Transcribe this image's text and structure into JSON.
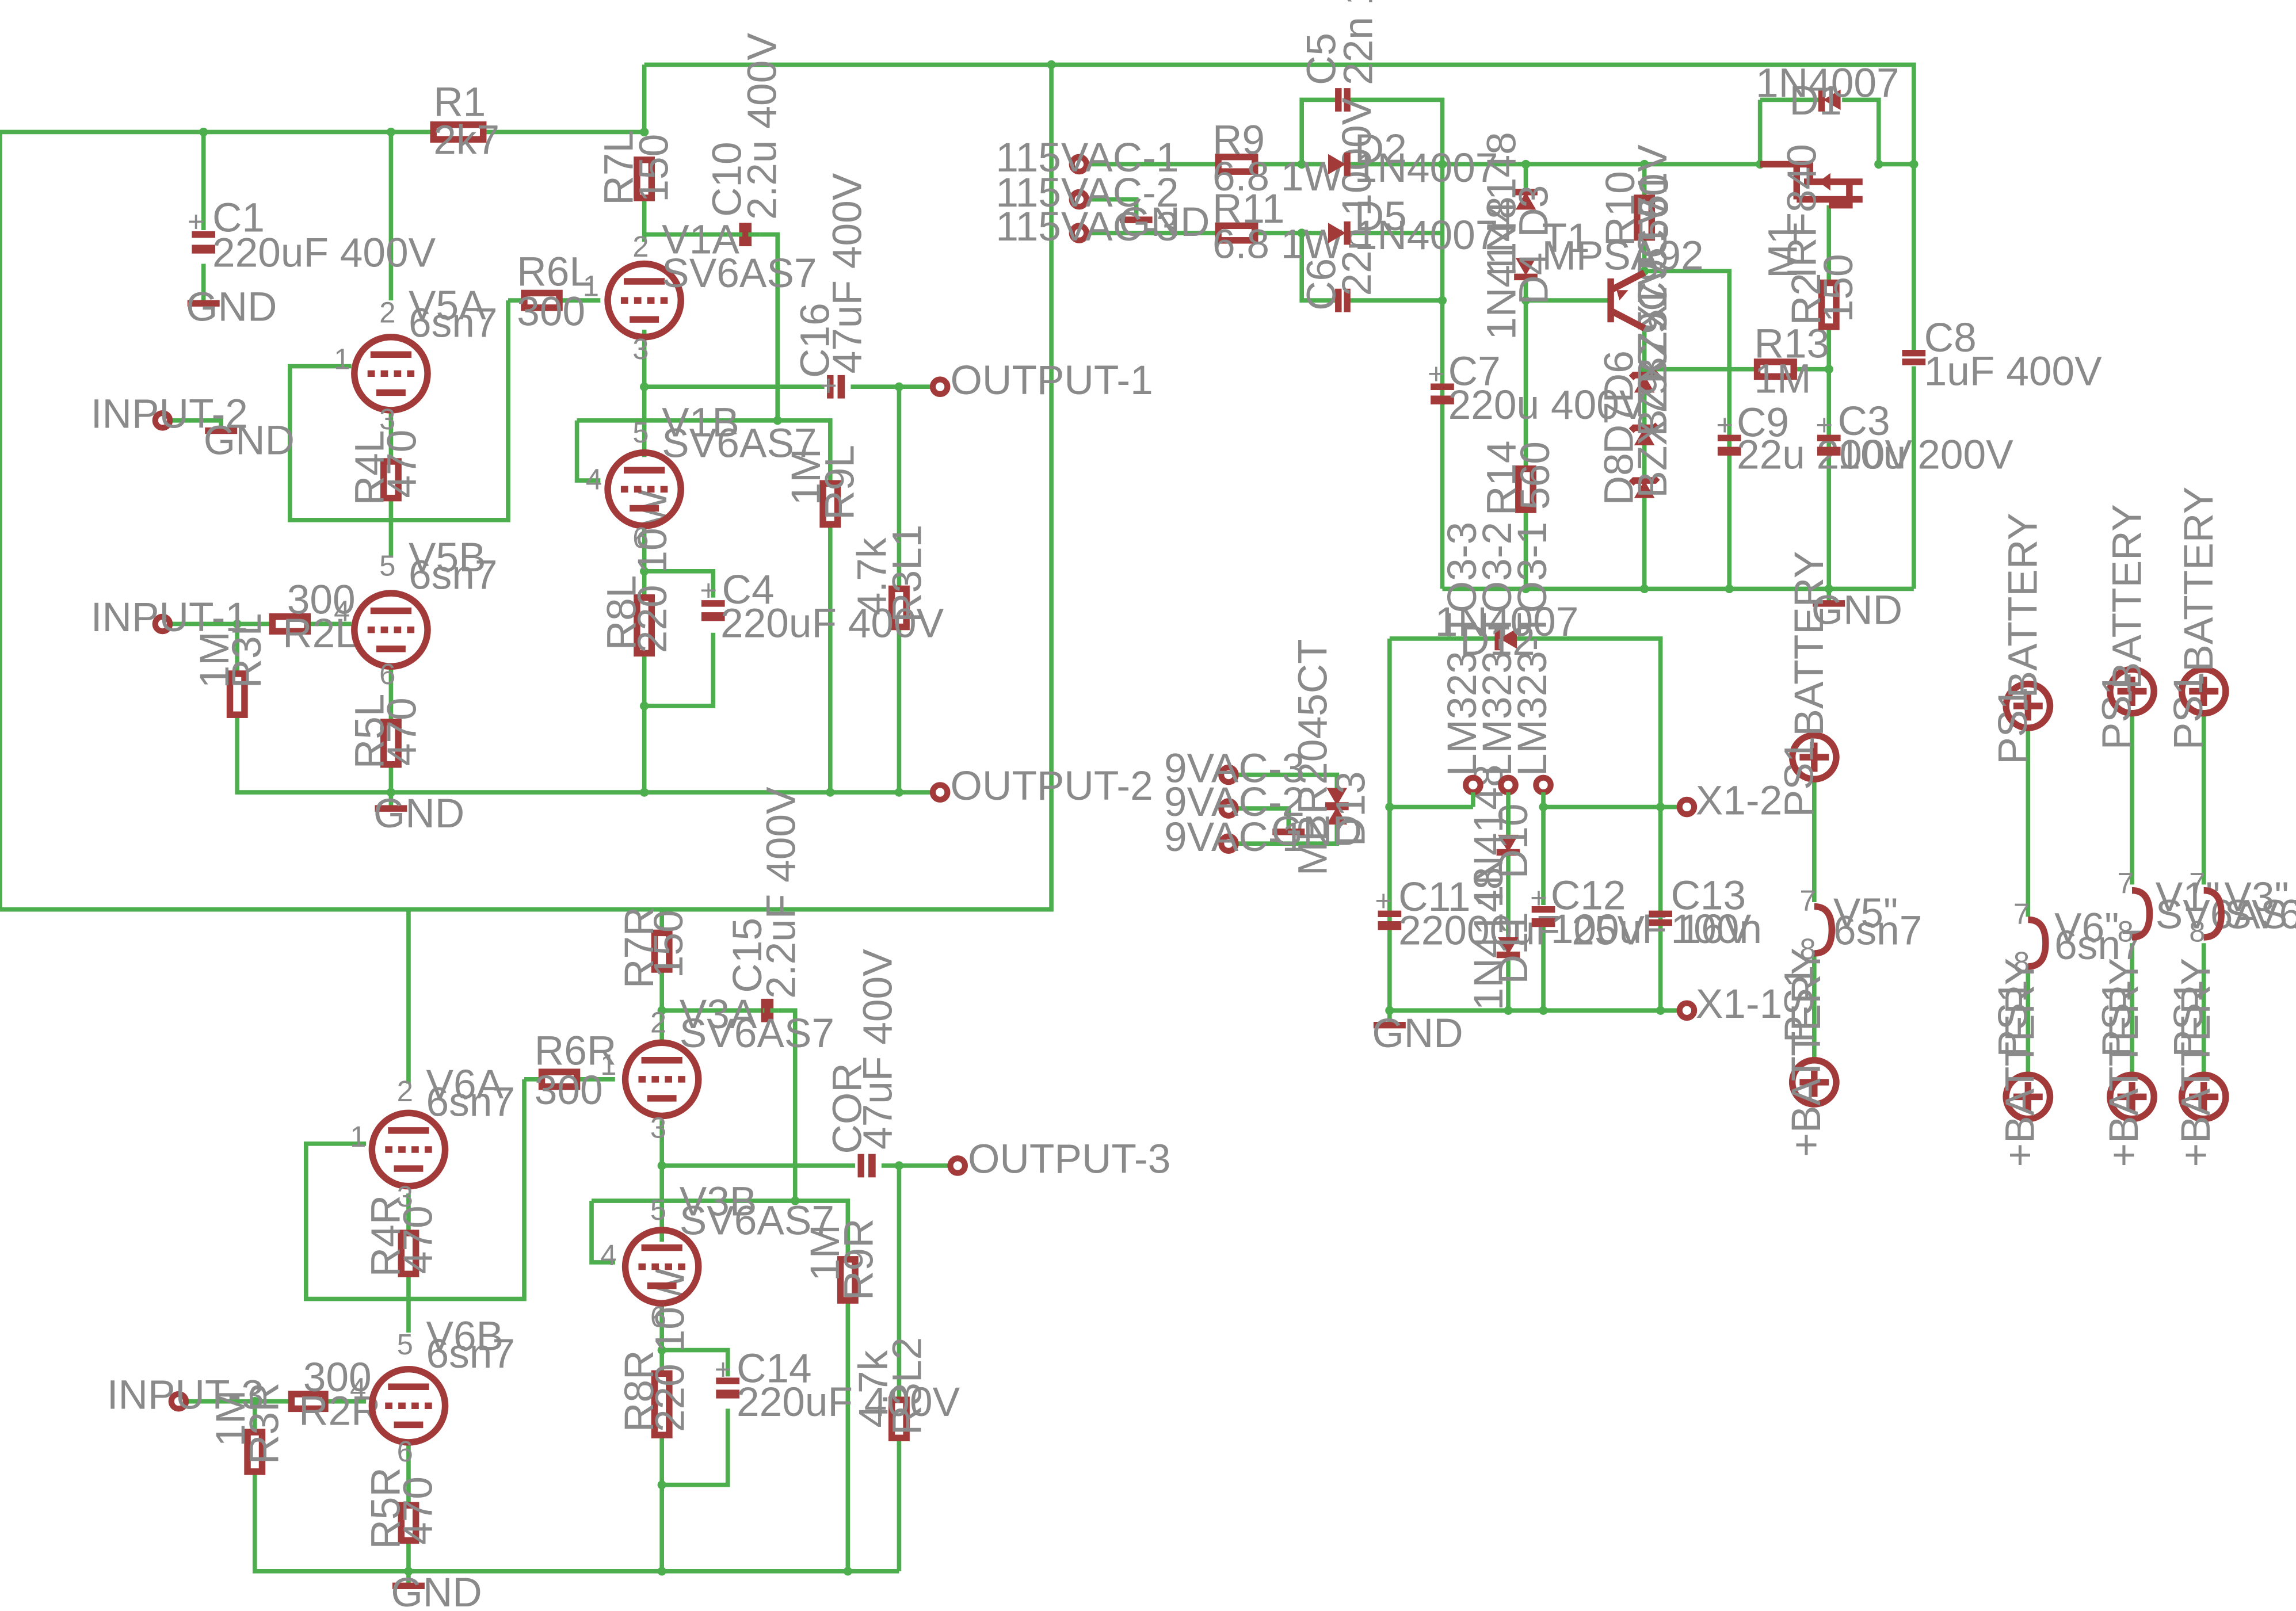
{
  "parts": {
    "r1": {
      "ref": "R1",
      "value": "2k7"
    },
    "c1": {
      "ref": "C1",
      "value": "220uF 400V"
    },
    "r7l": {
      "ref": "R7L",
      "value": "150"
    },
    "c10": {
      "ref": "C10",
      "value": "2.2u 400V"
    },
    "v1a": {
      "ref": "V1A",
      "value": "SV6AS7"
    },
    "r6l": {
      "ref": "R6L",
      "value": "300"
    },
    "v5a": {
      "ref": "V5A",
      "value": "6sn7"
    },
    "c16": {
      "ref": "C16",
      "value": "47uF 400V"
    },
    "v1b": {
      "ref": "V1B",
      "value": "SV6AS7"
    },
    "r4l": {
      "ref": "R4L",
      "value": "470"
    },
    "r9l": {
      "ref": "R9L",
      "value": "1M"
    },
    "v5b": {
      "ref": "V5B",
      "value": "6sn7"
    },
    "c4": {
      "ref": "C4",
      "value": "220uF 400V"
    },
    "r8l": {
      "ref": "R8L",
      "value": "220 10W"
    },
    "r3l1": {
      "ref": "R3L1",
      "value": "4.7k"
    },
    "r2l": {
      "ref": "R2L",
      "value": "300"
    },
    "r3l": {
      "ref": "R3L",
      "value": "1M"
    },
    "r5l": {
      "ref": "R5L",
      "value": "470"
    },
    "r7r": {
      "ref": "R7R",
      "value": "150"
    },
    "c15": {
      "ref": "C15",
      "value": "2.2uF 400V"
    },
    "v3a": {
      "ref": "V3A",
      "value": "SV6AS7"
    },
    "r6r": {
      "ref": "R6R",
      "value": "300"
    },
    "v6a": {
      "ref": "V6A",
      "value": "6sn7"
    },
    "cor": {
      "ref": "COR",
      "value": "47uF 400V"
    },
    "v3b": {
      "ref": "V3B",
      "value": "SV6AS7"
    },
    "r4r": {
      "ref": "R4R",
      "value": "470"
    },
    "r9r": {
      "ref": "R9R",
      "value": "1M"
    },
    "v6b": {
      "ref": "V6B",
      "value": "6sn7"
    },
    "c14": {
      "ref": "C14",
      "value": "220uF 400V"
    },
    "r8r": {
      "ref": "R8R",
      "value": "220 10W"
    },
    "r2r": {
      "ref": "R2R",
      "value": "300"
    },
    "r3r": {
      "ref": "R3R",
      "value": "1M"
    },
    "r3l2": {
      "ref": "R3L2",
      "value": "4.7k"
    },
    "r5r": {
      "ref": "R5R",
      "value": "470"
    },
    "c5": {
      "ref": "C5",
      "value": "22n 1000V"
    },
    "d2": {
      "ref": "D2",
      "value": "1N4007"
    },
    "r9": {
      "ref": "R9",
      "value": "6.8 1W"
    },
    "r11": {
      "ref": "R11",
      "value": "6.8 1W"
    },
    "d5": {
      "ref": "D5",
      "value": "1N4007"
    },
    "c6": {
      "ref": "C6",
      "value": "22n 1000V"
    },
    "c7": {
      "ref": "C7",
      "value": "220u 400V"
    },
    "d3": {
      "ref": "D3",
      "value": "1N4148"
    },
    "d4": {
      "ref": "D4",
      "value": "1N4148"
    },
    "r14": {
      "ref": "R14",
      "value": "560"
    },
    "t1": {
      "ref": "T1",
      "value": "MPSA92"
    },
    "r10": {
      "ref": "R10",
      "value": "560"
    },
    "d6": {
      "ref": "D6",
      "value": "BZX79C 51V"
    },
    "d7": {
      "ref": "D7",
      "value": "BZX79C 51V"
    },
    "d8": {
      "ref": "D8",
      "value": "BZX79C 51V"
    },
    "c9": {
      "ref": "C9",
      "value": "22u 200V"
    },
    "r13": {
      "ref": "R13",
      "value": "1M"
    },
    "d1": {
      "ref": "D1",
      "value": "1N4007"
    },
    "m1": {
      "ref": "M1",
      "value": "IRF840"
    },
    "r2": {
      "ref": "R2",
      "value": "150"
    },
    "c3": {
      "ref": "C3",
      "value": "10u 200V"
    },
    "c8": {
      "ref": "C8",
      "value": "1uF 400V"
    },
    "d12": {
      "ref": "D12",
      "value": "1N4007"
    },
    "d13": {
      "ref": "D13",
      "value": "MBR2045CT"
    },
    "c11": {
      "ref": "C11",
      "value": "22000uF 25V"
    },
    "d10": {
      "ref": "D10",
      "value": "1N4148"
    },
    "d11": {
      "ref": "D11",
      "value": "1N4148"
    },
    "c12": {
      "ref": "C12",
      "value": "100uF 16V"
    },
    "c13": {
      "ref": "C13",
      "value": "100n"
    },
    "lm1": {
      "ref": "LM323-TO3-3"
    },
    "lm2": {
      "ref": "LM323-TO3-2"
    },
    "lm3": {
      "ref": "LM323-TO3-1"
    },
    "ps1": {
      "ref": "PS1",
      "pos": "+BATTERY",
      "neg": "-BATTERY"
    },
    "h_v5": {
      "ref": "V5\"",
      "value": "6sn7"
    },
    "h_v6": {
      "ref": "V6\"",
      "value": "6sn7"
    },
    "h_v1": {
      "ref": "V1\"",
      "value": "SV6AS7"
    },
    "h_v3": {
      "ref": "V3\"",
      "value": "SV6AS7"
    }
  },
  "ports": {
    "input1": "INPUT-1",
    "input2": "INPUT-2",
    "input3": "INPUT-3",
    "output1": "OUTPUT-1",
    "output2": "OUTPUT-2",
    "output3": "OUTPUT-3",
    "vac115_1": "115VAC-1",
    "vac115_2": "115VAC-2",
    "vac115_3": "115VAC-3",
    "vac9_1": "9VAC-1",
    "vac9_2": "9VAC-2",
    "vac9_3": "9VAC-3",
    "x1_1": "X1-1",
    "x1_2": "X1-2"
  },
  "gnd": "GND",
  "pins": {
    "p1": "1",
    "p2": "2",
    "p3": "3",
    "p4": "4",
    "p5": "5",
    "p6": "6",
    "p7": "7",
    "p8": "8"
  }
}
